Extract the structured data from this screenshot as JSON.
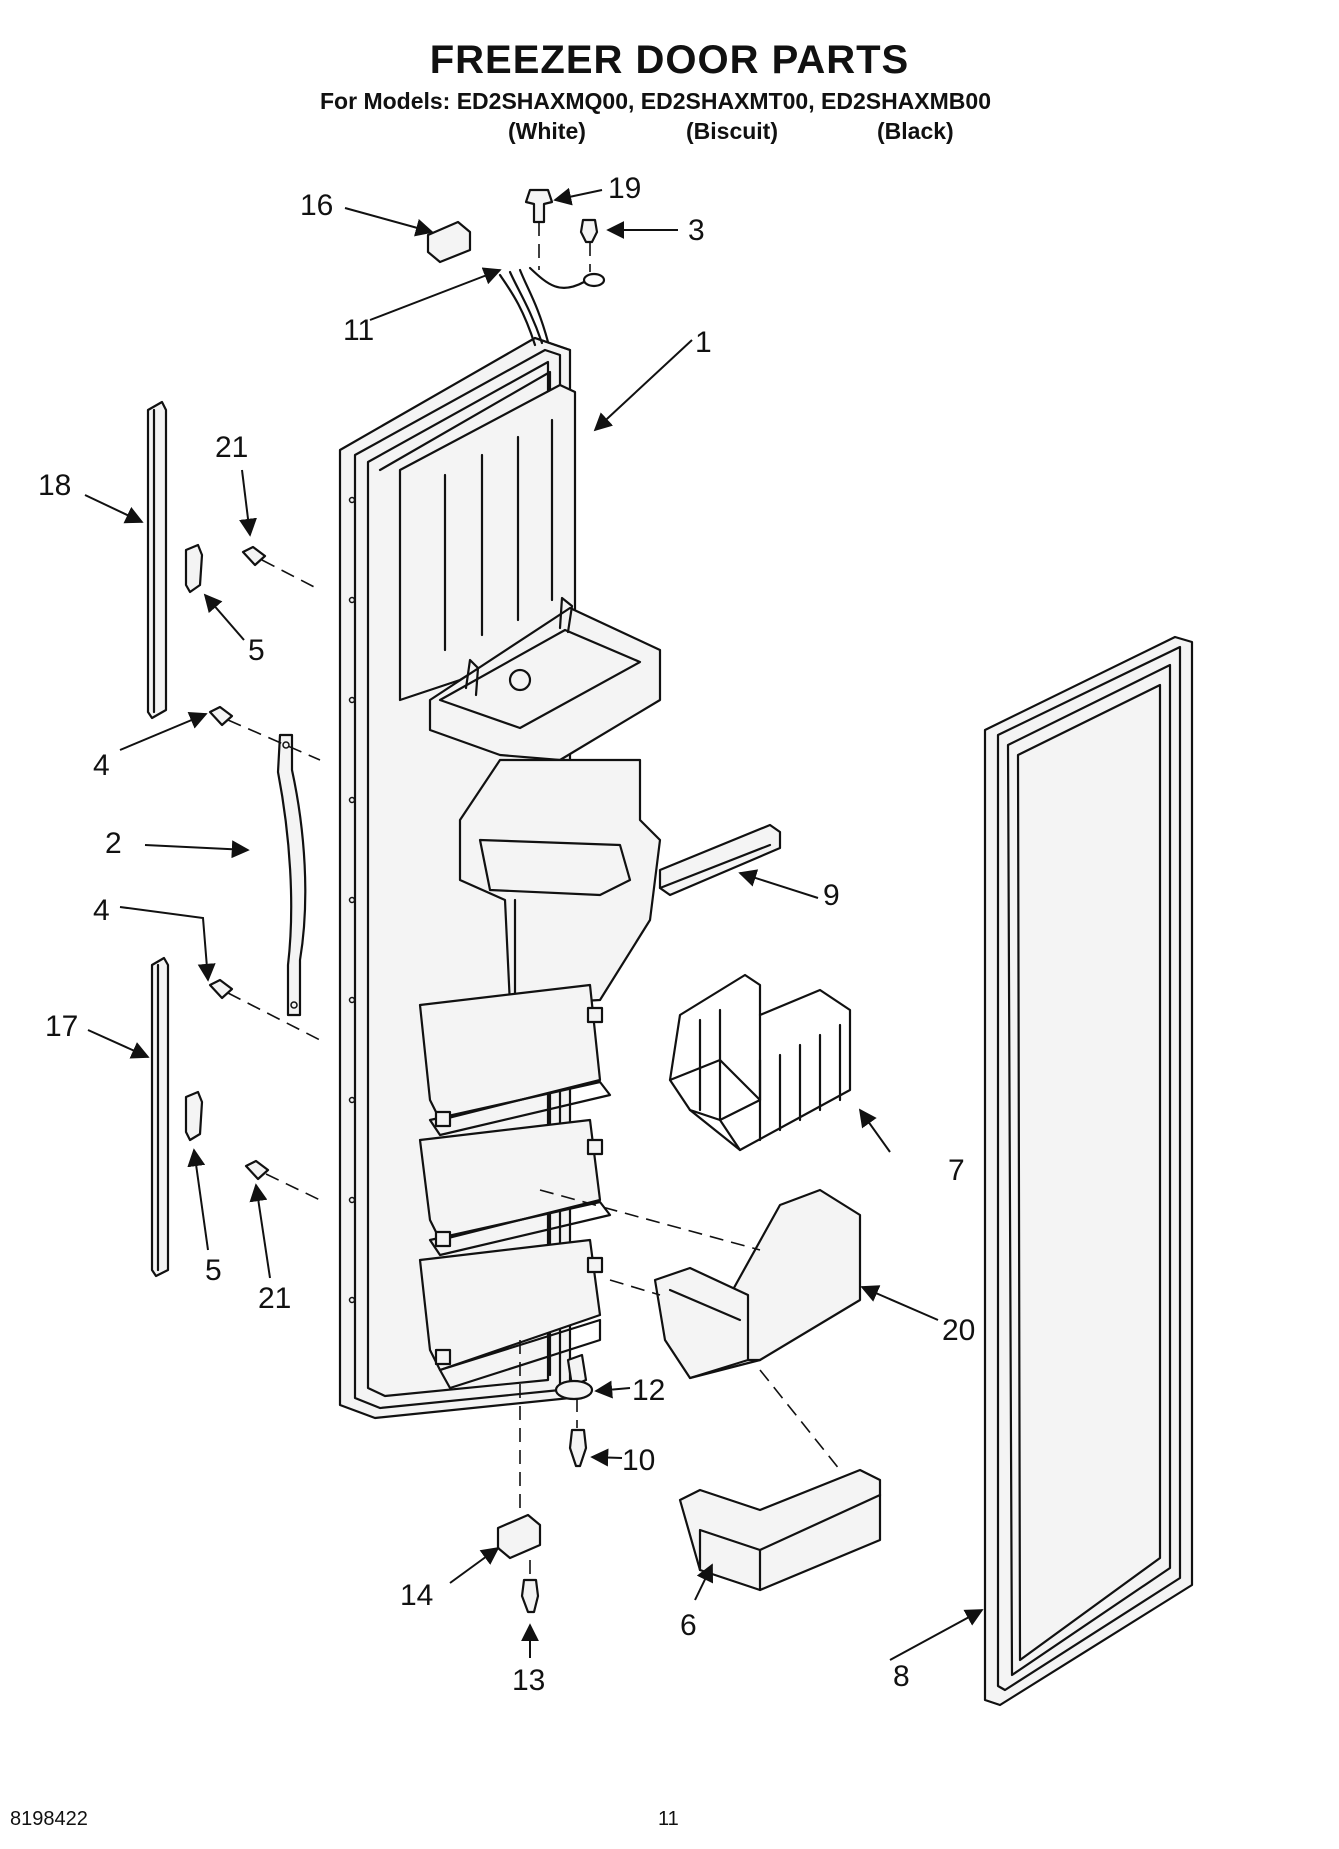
{
  "header": {
    "title": "FREEZER DOOR PARTS",
    "models_line": "For Models: ED2SHAXMQ00, ED2SHAXMT00, ED2SHAXMB00",
    "variants": [
      "(White)",
      "(Biscuit)",
      "(Black)"
    ]
  },
  "callouts": [
    "1",
    "2",
    "3",
    "4",
    "4",
    "5",
    "5",
    "6",
    "7",
    "8",
    "9",
    "10",
    "11",
    "12",
    "13",
    "14",
    "16",
    "17",
    "18",
    "19",
    "20",
    "21",
    "21"
  ],
  "footer": {
    "doc_number": "8198422",
    "page_number": "11"
  }
}
